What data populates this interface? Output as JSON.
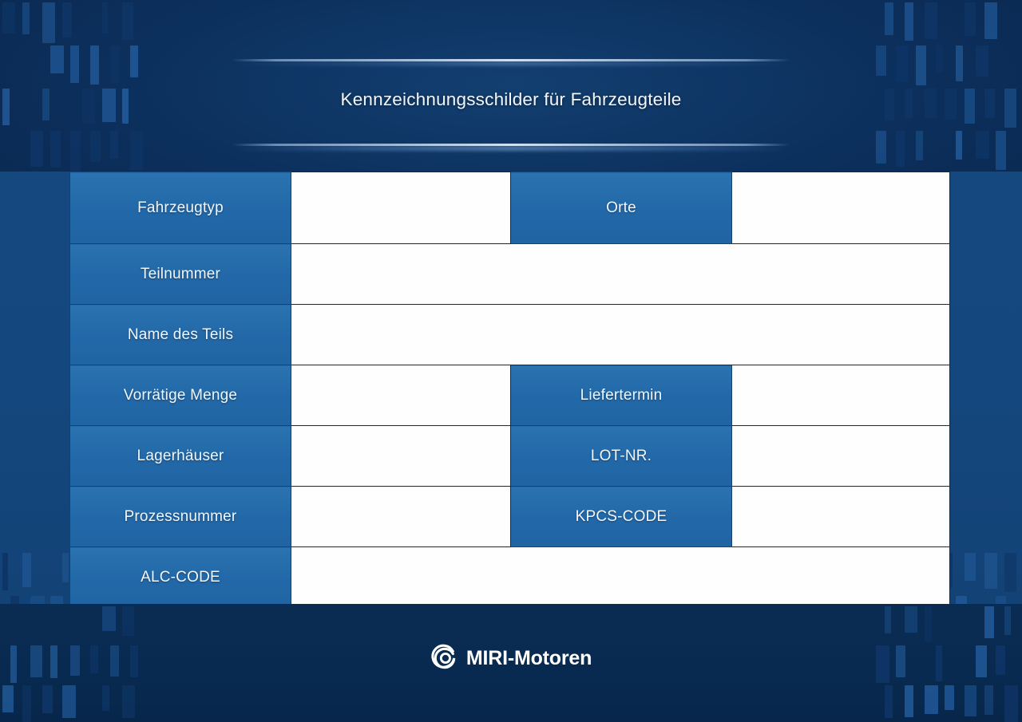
{
  "header": {
    "title": "Kennzeichnungsschilder für Fahrzeugteile",
    "divider_top": "decorative-divider",
    "divider_bottom": "decorative-divider"
  },
  "table": {
    "rows": [
      {
        "label_left": "Fahrzeugtyp",
        "value_left": "",
        "label_right": "Orte",
        "value_right": "",
        "split": true
      },
      {
        "label_left": "Teilnummer",
        "value_left": "",
        "label_right": "",
        "value_right": "",
        "split": false
      },
      {
        "label_left": "Name des Teils",
        "value_left": "",
        "label_right": "",
        "value_right": "",
        "split": false
      },
      {
        "label_left": "Vorrätige Menge",
        "value_left": "",
        "label_right": "Liefertermin",
        "value_right": "",
        "split": true
      },
      {
        "label_left": "Lagerhäuser",
        "value_left": "",
        "label_right": "LOT-NR.",
        "value_right": "",
        "split": true
      },
      {
        "label_left": "Prozessnummer",
        "value_left": "",
        "label_right": "KPCS-CODE",
        "value_right": "",
        "split": true
      },
      {
        "label_left": "ALC-CODE",
        "value_left": "",
        "label_right": "",
        "value_right": "",
        "split": false
      }
    ]
  },
  "footer": {
    "brand": "MIRI-Motoren",
    "logo_icon": "swirl-ring-icon"
  },
  "colors": {
    "page_background": "#134A82",
    "header_background": "#0C2F5C",
    "footer_background": "#0A2C53",
    "label_cell": "#2268A8",
    "value_cell": "#FDFEFD",
    "cell_border": "#0D2A4E",
    "text_light": "#F3F7FC",
    "pattern_dark": "#0E3566",
    "pattern_light": "#1F5592"
  }
}
